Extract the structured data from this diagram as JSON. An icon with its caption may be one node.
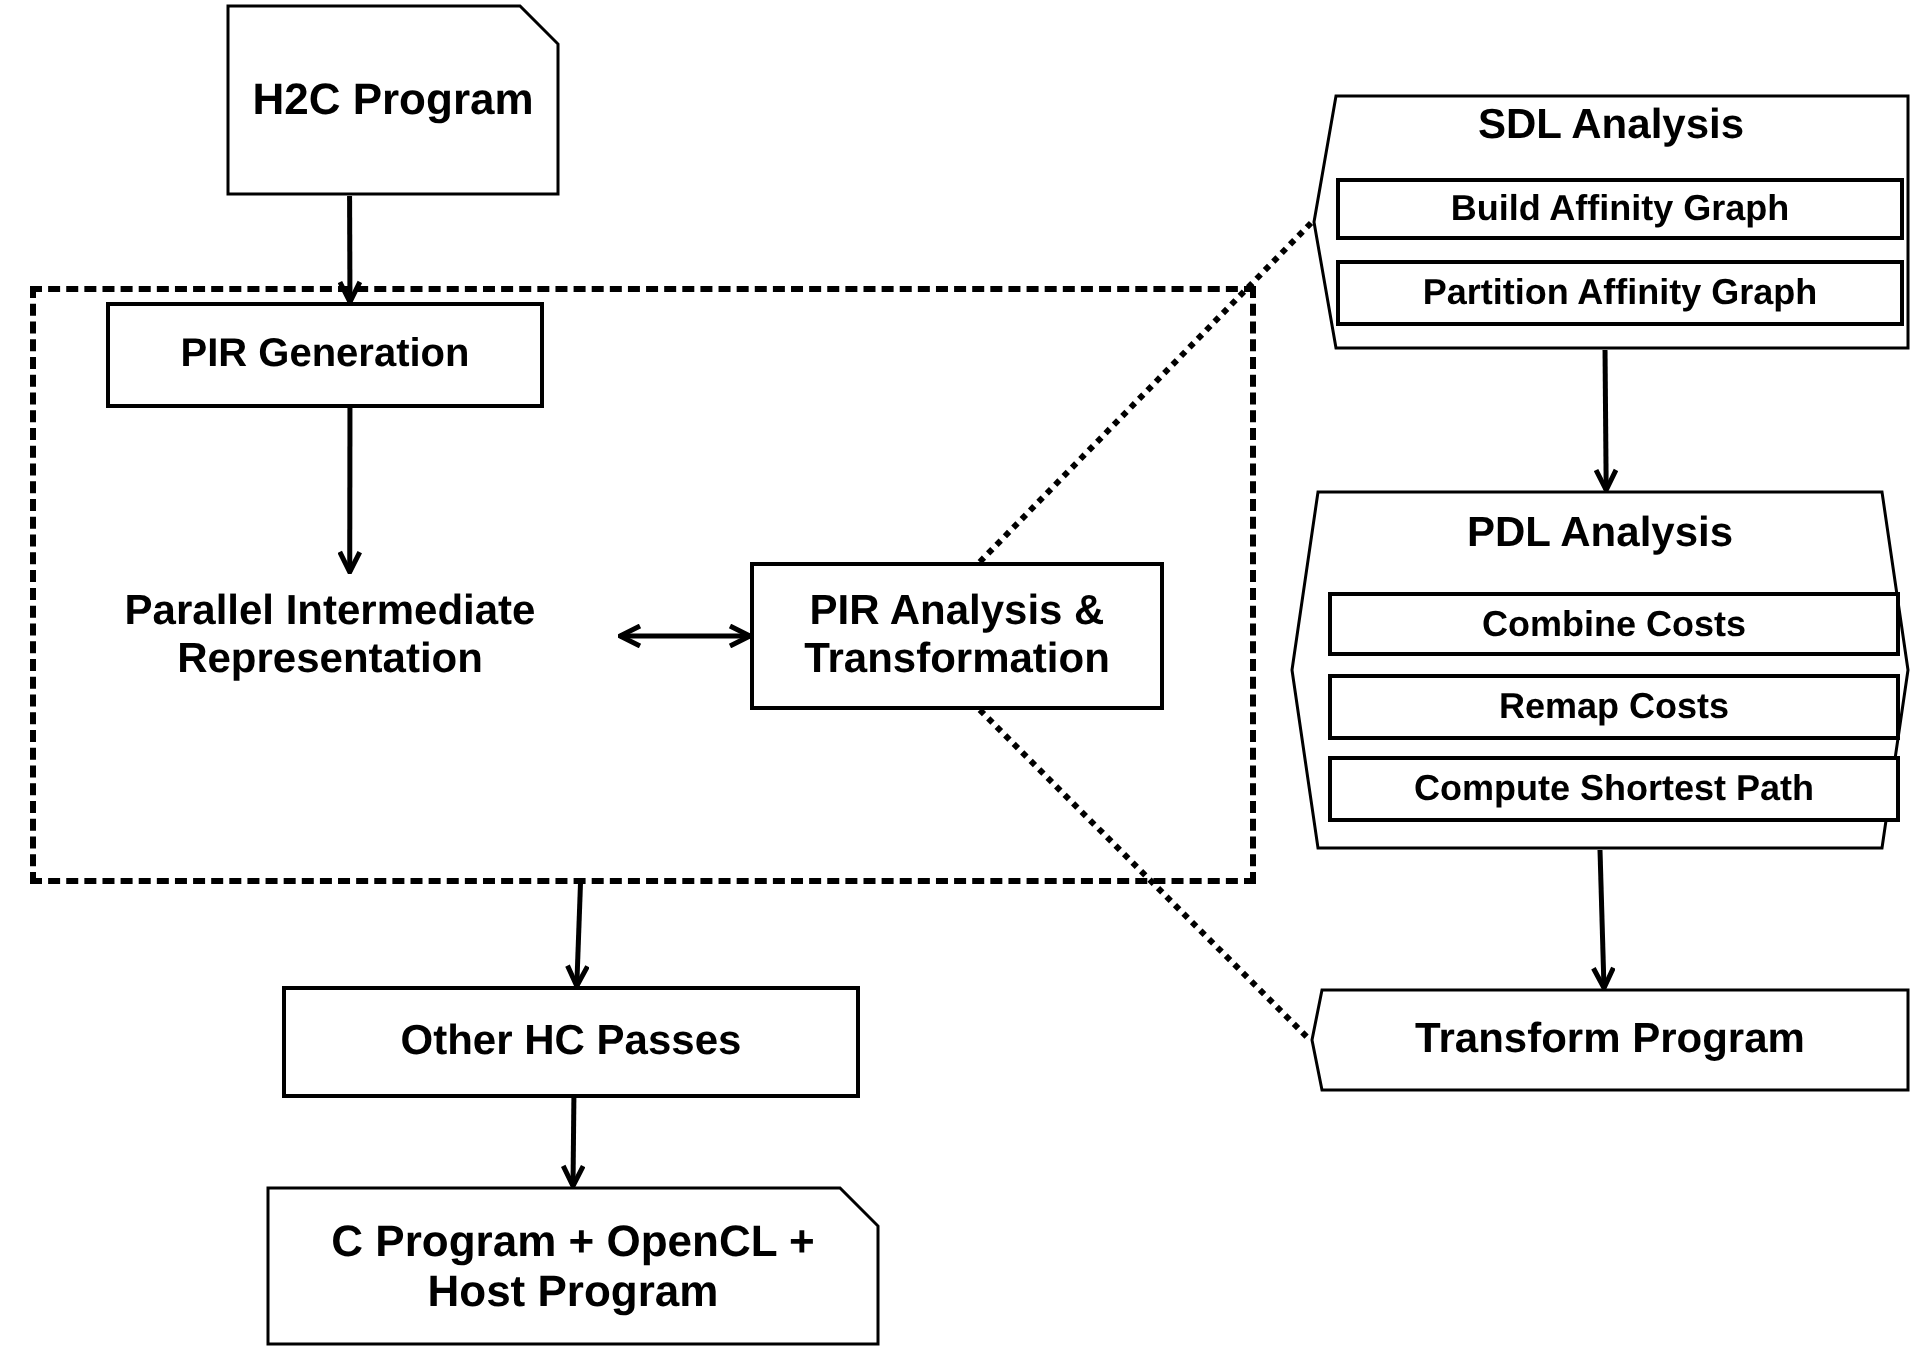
{
  "diagram": {
    "nodes": [
      {
        "text": [
          "H2C Program"
        ]
      },
      {
        "text": [],
        "shape": "box"
      },
      {
        "text": [
          "PIR Generation"
        ],
        "in": 1
      },
      {
        "text": [
          "Parallel Intermediate Representation"
        ],
        "in": 1
      },
      {
        "text": [
          "PIR Analysis & Transformation"
        ],
        "in": 1
      },
      {
        "text": [
          "SDL Analysis"
        ]
      },
      {
        "text": [
          "Build Affinity Graph"
        ],
        "in": 5
      },
      {
        "text": [
          "Partition Affinity Graph"
        ],
        "in": 5
      },
      {
        "text": [
          "PDL Analysis"
        ]
      },
      {
        "text": [
          "Combine Costs"
        ],
        "in": 8
      },
      {
        "text": [
          "Remap Costs"
        ],
        "in": 8
      },
      {
        "text": [
          "Compute Shortest Path"
        ],
        "in": 8
      },
      {
        "text": [
          "Transform Program"
        ]
      },
      {
        "text": [
          "Other HC Passes"
        ]
      },
      {
        "text": [
          "C Program + OpenCL + Host Program"
        ]
      }
    ],
    "edges": [
      {
        "from": 0,
        "to": 2,
        "arrow": "to"
      },
      {
        "from": 2,
        "to": 3,
        "arrow": "to"
      },
      {
        "from": 3,
        "to": 4,
        "arrow": "both"
      },
      {
        "from": 1,
        "to": 13,
        "arrow": "to"
      },
      {
        "from": 13,
        "to": 14,
        "arrow": "to"
      },
      {
        "from": 5,
        "to": 8,
        "arrow": "to"
      },
      {
        "from": 8,
        "to": 12,
        "arrow": "to"
      },
      {
        "from": 4,
        "to": 5,
        "arrow": "none",
        "style": "dashed"
      },
      {
        "from": 4,
        "to": 12,
        "arrow": "none",
        "style": "dashed"
      }
    ]
  }
}
